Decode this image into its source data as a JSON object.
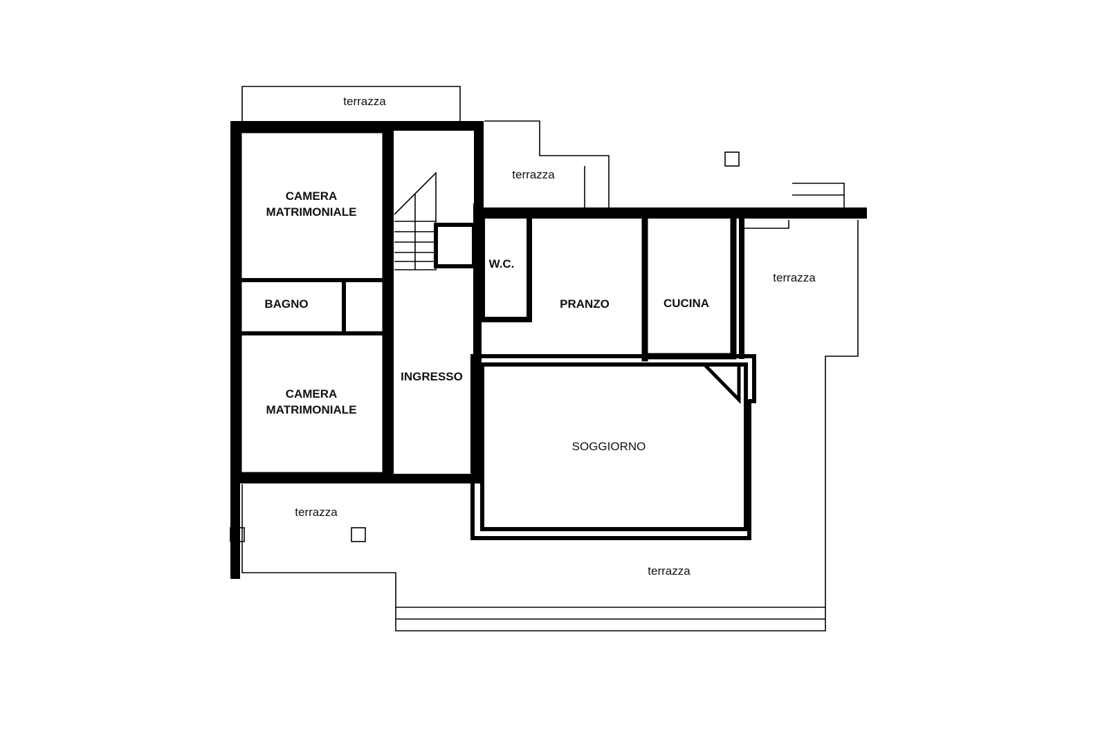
{
  "plan": {
    "rooms": {
      "camera_1_line1": "CAMERA",
      "camera_1_line2": "MATRIMONIALE",
      "bagno": "BAGNO",
      "camera_2_line1": "CAMERA",
      "camera_2_line2": "MATRIMONIALE",
      "ingresso": "INGRESSO",
      "wc": "W.C.",
      "pranzo": "PRANZO",
      "cucina": "CUCINA",
      "soggiorno": "SOGGIORNO"
    },
    "terraces": {
      "top_left": "terrazza",
      "top_middle": "terrazza",
      "right": "terrazza",
      "bottom_left": "terrazza",
      "bottom": "terrazza"
    },
    "colors": {
      "ink": "#000000",
      "background": "#ffffff"
    }
  }
}
